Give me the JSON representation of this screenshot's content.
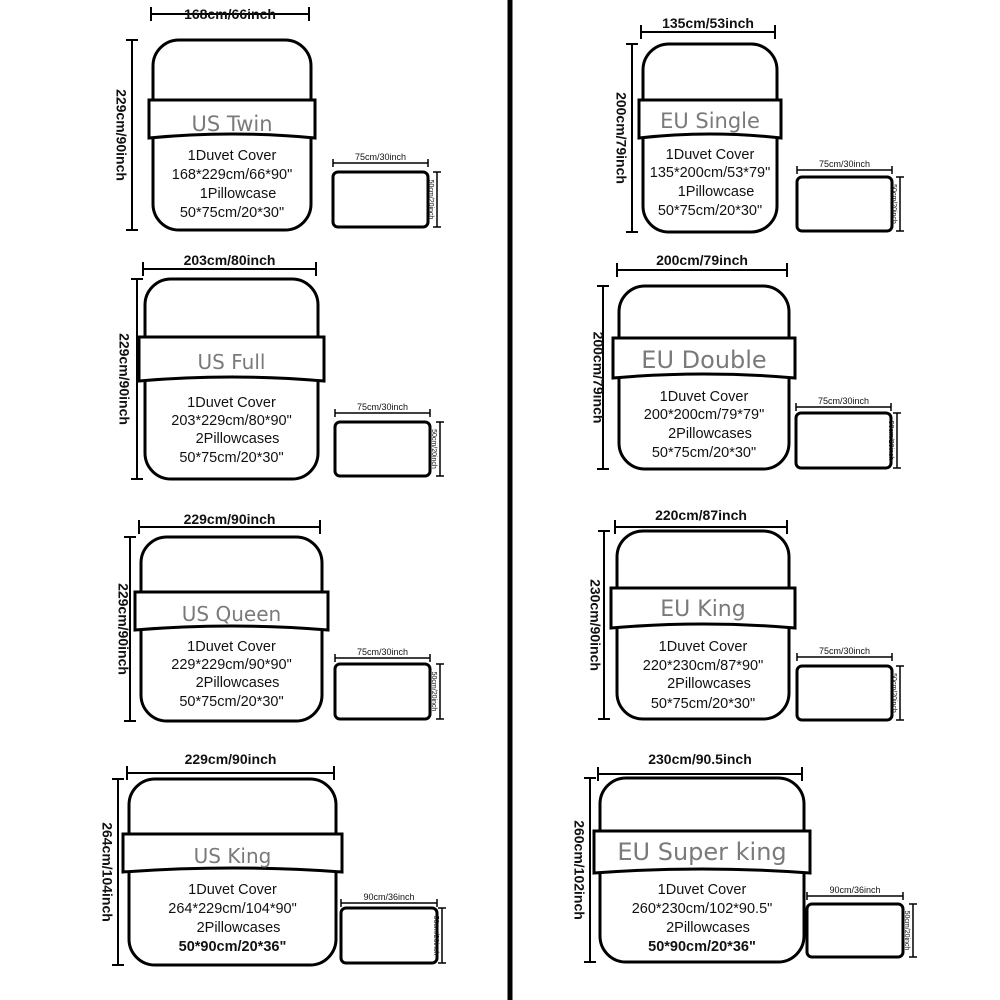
{
  "panels": [
    {
      "id": "us-twin",
      "width_label": "168cm/66inch",
      "height_label": "229cm/90inch",
      "size_name": "US Twin",
      "lines": [
        "1Duvet Cover",
        "168*229cm/66*90\"",
        "1Pillowcase",
        "50*75cm/20*30\""
      ],
      "pillow_width_label": "75cm/30inch",
      "pillow_height_label": "50cm/20inch"
    },
    {
      "id": "eu-single",
      "width_label": "135cm/53inch",
      "height_label": "200cm/79inch",
      "size_name": "EU Single",
      "lines": [
        "1Duvet Cover",
        "135*200cm/53*79\"",
        "1Pillowcase",
        "50*75cm/20*30\""
      ],
      "pillow_width_label": "75cm/30inch",
      "pillow_height_label": "50cm/20inch"
    },
    {
      "id": "us-full",
      "width_label": "203cm/80inch",
      "height_label": "229cm/90inch",
      "size_name": "US Full",
      "lines": [
        "1Duvet Cover",
        "203*229cm/80*90\"",
        "2Pillowcases",
        "50*75cm/20*30\""
      ],
      "pillow_width_label": "75cm/30inch",
      "pillow_height_label": "50cm/20inch"
    },
    {
      "id": "eu-double",
      "width_label": "200cm/79inch",
      "height_label": "200cm/79inch",
      "size_name": "EU Double",
      "lines": [
        "1Duvet Cover",
        "200*200cm/79*79\"",
        "2Pillowcases",
        "50*75cm/20*30\""
      ],
      "pillow_width_label": "75cm/30inch",
      "pillow_height_label": "50cm/20inch"
    },
    {
      "id": "us-queen",
      "width_label": "229cm/90inch",
      "height_label": "229cm/90inch",
      "size_name": "US Queen",
      "lines": [
        "1Duvet Cover",
        "229*229cm/90*90\"",
        "2Pillowcases",
        "50*75cm/20*30\""
      ],
      "pillow_width_label": "75cm/30inch",
      "pillow_height_label": "50cm/20inch"
    },
    {
      "id": "eu-king",
      "width_label": "220cm/87inch",
      "height_label": "230cm/90inch",
      "size_name": "EU King",
      "lines": [
        "1Duvet Cover",
        "220*230cm/87*90\"",
        "2Pillowcases",
        "50*75cm/20*30\""
      ],
      "pillow_width_label": "75cm/30inch",
      "pillow_height_label": "50cm/20inch"
    },
    {
      "id": "us-king",
      "width_label": "229cm/90inch",
      "height_label": "264cm/104inch",
      "size_name": "US King",
      "lines": [
        "1Duvet Cover",
        "264*229cm/104*90\"",
        "2Pillowcases",
        "50*90cm/20*36\""
      ],
      "pillow_width_label": "90cm/36inch",
      "pillow_height_label": "50cm/20inch"
    },
    {
      "id": "eu-super-king",
      "width_label": "230cm/90.5inch",
      "height_label": "260cm/102inch",
      "size_name": "EU Super king",
      "lines": [
        "1Duvet Cover",
        "260*230cm/102*90.5\"",
        "2Pillowcases",
        "50*90cm/20*36\""
      ],
      "pillow_width_label": "90cm/36inch",
      "pillow_height_label": "50cm/20inch"
    }
  ]
}
